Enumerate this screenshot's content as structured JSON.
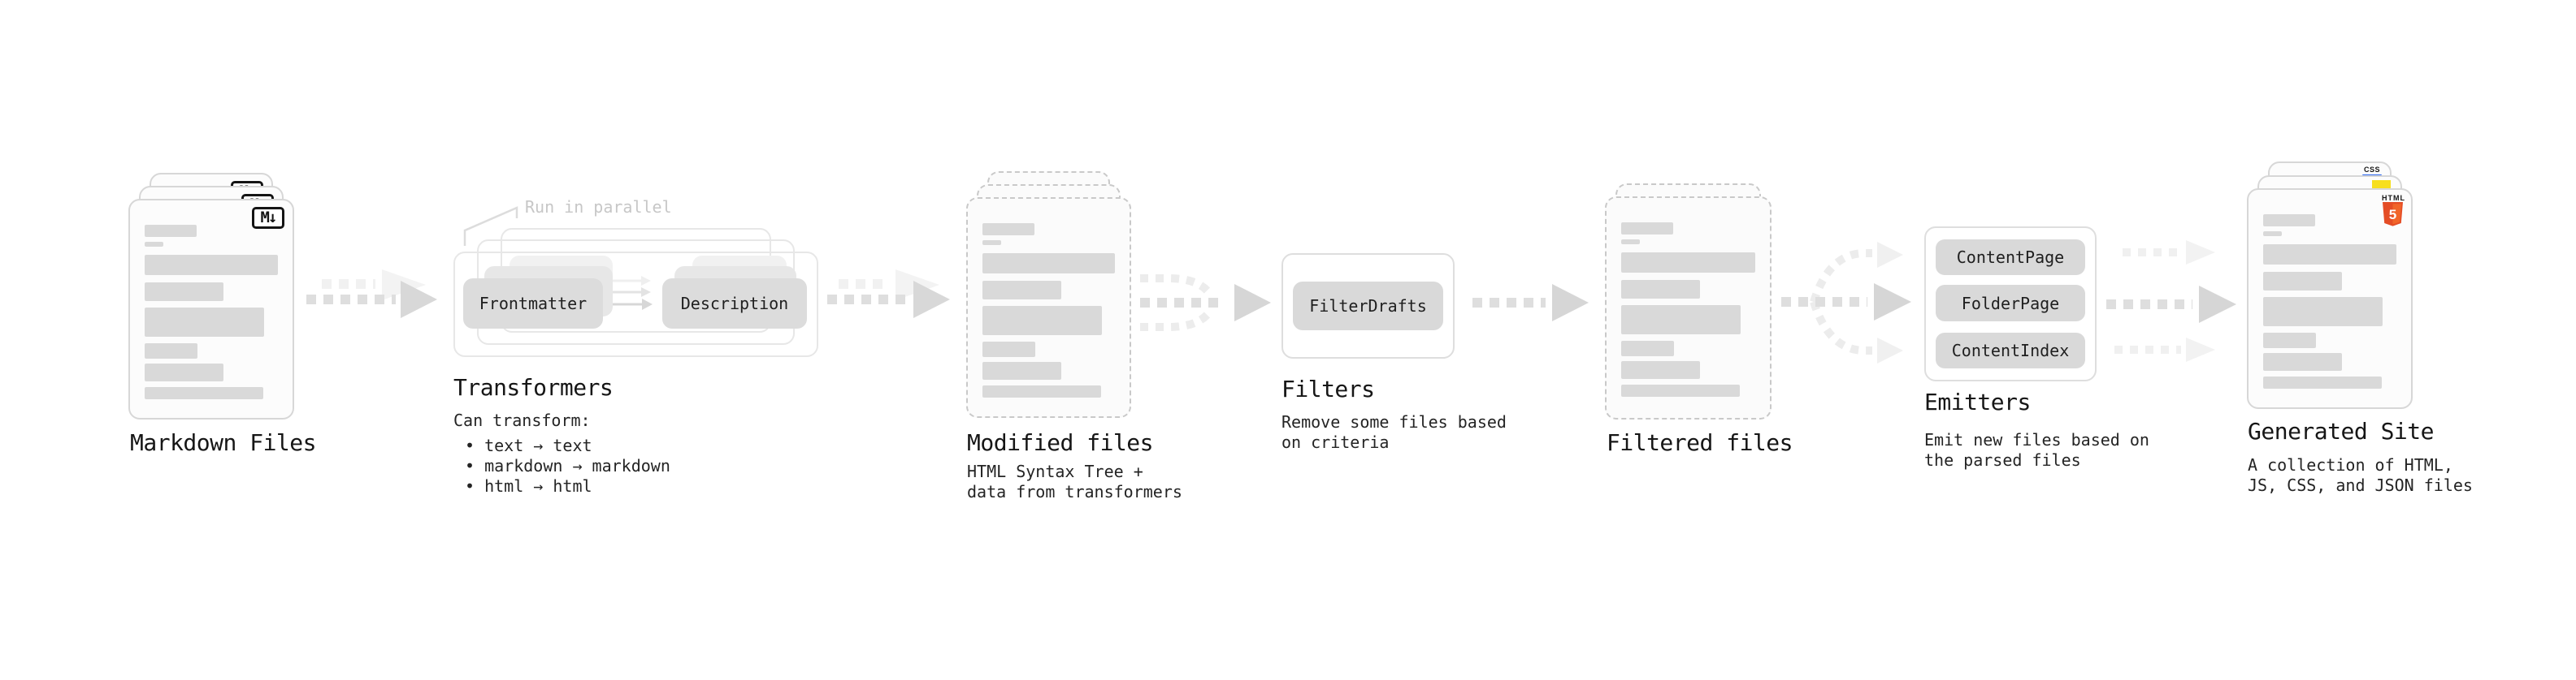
{
  "palette": {
    "bar_gray": "#d9d9d9",
    "pill_gray": "#dcdcdc",
    "arrow_gray": "#dcdcdc",
    "arrow_ghost": "#f1f1f1",
    "html5_orange": "#e44d26",
    "js_yellow": "#f7df1e",
    "css_blue": "#2965f1"
  },
  "stages": {
    "markdown": {
      "title": "Markdown Files",
      "badge": "M↓"
    },
    "transformers": {
      "title": "Transformers",
      "note": "Run in parallel",
      "pill_left": "Frontmatter",
      "pill_right": "Description",
      "desc_heading": "Can transform:",
      "bullets": [
        "• text → text",
        "• markdown → markdown",
        "• html → html"
      ]
    },
    "modified": {
      "title": "Modified files",
      "desc1": "HTML Syntax Tree +",
      "desc2": "data from transformers"
    },
    "filters": {
      "title": "Filters",
      "pill": "FilterDrafts",
      "desc1": "Remove some files based",
      "desc2": "on criteria"
    },
    "filtered": {
      "title": "Filtered files"
    },
    "emitters": {
      "title": "Emitters",
      "pills": [
        "ContentPage",
        "FolderPage",
        "ContentIndex"
      ],
      "desc1": "Emit new files based on",
      "desc2": "the parsed files"
    },
    "generated": {
      "title": "Generated Site",
      "desc1": "A collection of HTML,",
      "desc2": "JS, CSS, and JSON files",
      "css_badge": "CSS",
      "html_badge": "HTML",
      "five": "5"
    }
  }
}
